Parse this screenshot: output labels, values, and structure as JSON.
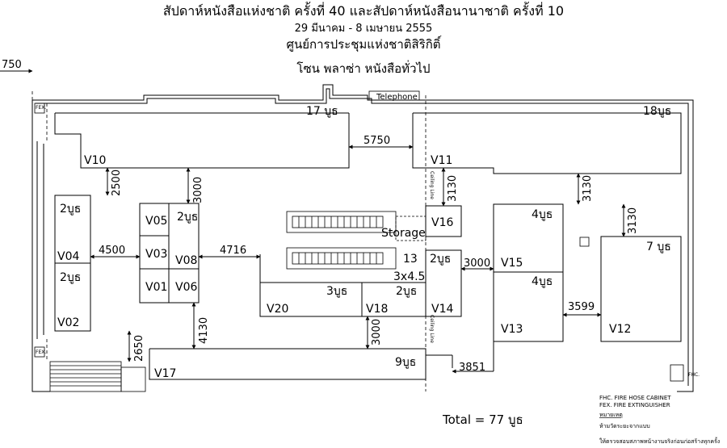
{
  "title": {
    "line1": "สัปดาห์หนังสือแห่งชาติ ครั้งที่ 40 และสัปดาห์หนังสือนานาชาติ ครั้งที่ 10",
    "line2": "29 มีนาคม - 8 เมษายน 2555",
    "line3": "ศูนย์การประชุมแห่งชาติสิริกิติ์",
    "line4": "โซน พลาซ่า หนังสือทั่วไป"
  },
  "booths": {
    "v10": "V10",
    "v11": "V11",
    "v12": "V12",
    "v13": "V13",
    "v14": "V14",
    "v15": "V15",
    "v16": "V16",
    "v17": "V17",
    "v18": "V18",
    "v20": "V20",
    "v01": "V01",
    "v02": "V02",
    "v03": "V03",
    "v04": "V04",
    "v05": "V05",
    "v06": "V06",
    "v08": "V08"
  },
  "counts": {
    "v10": "17 บูธ",
    "v11": "18บูธ",
    "v02": "2บูธ",
    "v04": "2บูธ",
    "v08": "2บูธ",
    "v20": "3บูธ",
    "v18": "2บูธ",
    "v14": "2บูธ",
    "v15": "4บูธ",
    "v13": "4บูธ",
    "v12": "7 บูธ",
    "v17": "9บูธ"
  },
  "dimensions": {
    "d750": "750",
    "d5750": "5750",
    "d2500": "2500",
    "d3000a": "3000",
    "d4500": "4500",
    "d4716": "4716",
    "d4130": "4130",
    "d2650": "2650",
    "d3000b": "3000",
    "d3000c": "3000",
    "d3851": "3851",
    "d3599": "3599",
    "d3130a": "3130",
    "d3130b": "3130",
    "d3130c": "3130"
  },
  "labels": {
    "telephone": "Telephone",
    "storage": "Storage",
    "thirteen": "13",
    "size": "3x4.5",
    "ceiling1": "Ceiling Line",
    "ceiling2": "Ceiling Line",
    "fex1": "FEX.",
    "fex2": "FEX.",
    "fhc": "FHC."
  },
  "legend": {
    "line1": "FHC. FIRE HOSE CABINET",
    "line2": "FEX. FIRE EXTINGUISHER",
    "note_head": "หมายเหตุ",
    "note1": "ห้ามวัดระยะจากแบบ",
    "note2": "ให้ตรวจสอบสภาพหน้างานจริงก่อนก่อสร้างทุกครั้ง"
  },
  "total": "Total  =  77  บูธ"
}
